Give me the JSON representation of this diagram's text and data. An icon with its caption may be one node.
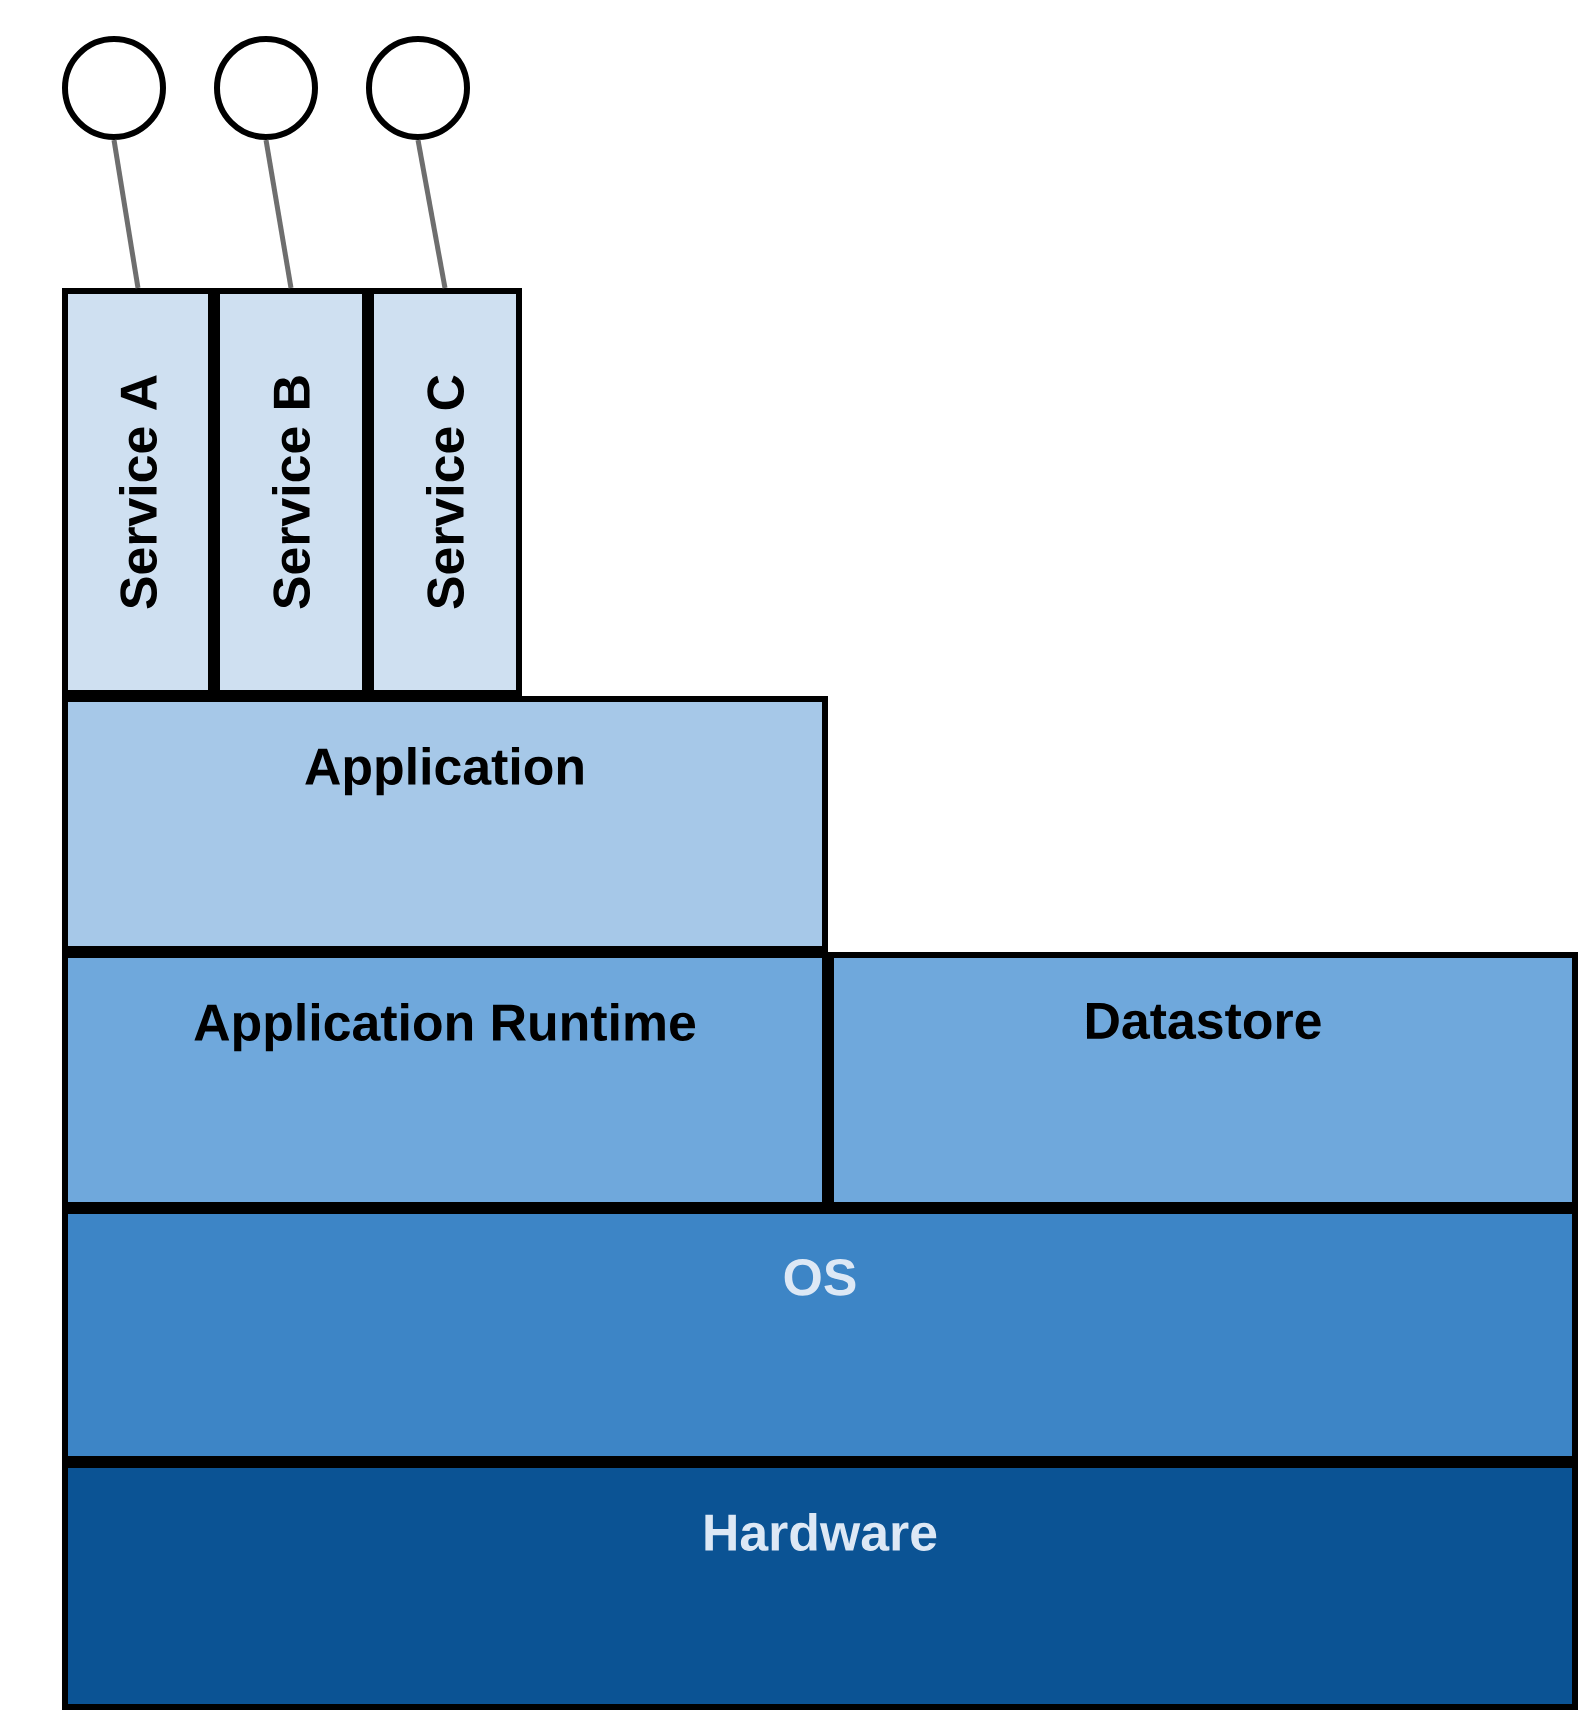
{
  "diagram": {
    "nodes": [
      {
        "text": [],
        "shape": "circle"
      },
      {
        "text": [],
        "shape": "circle"
      },
      {
        "text": [],
        "shape": "circle"
      },
      {
        "text": [
          "Service A"
        ]
      },
      {
        "text": [
          "Service B"
        ]
      },
      {
        "text": [
          "Service C"
        ]
      },
      {
        "text": [
          "Application"
        ]
      },
      {
        "text": [
          "Application Runtime"
        ]
      },
      {
        "text": [
          "Datastore"
        ]
      },
      {
        "text": [
          "OS"
        ]
      },
      {
        "text": [
          "Hardware"
        ]
      }
    ],
    "edges": [
      {
        "from": 0,
        "to": 3,
        "arrow": "none"
      },
      {
        "from": 1,
        "to": 4,
        "arrow": "none"
      },
      {
        "from": 2,
        "to": 5,
        "arrow": "none"
      }
    ]
  }
}
